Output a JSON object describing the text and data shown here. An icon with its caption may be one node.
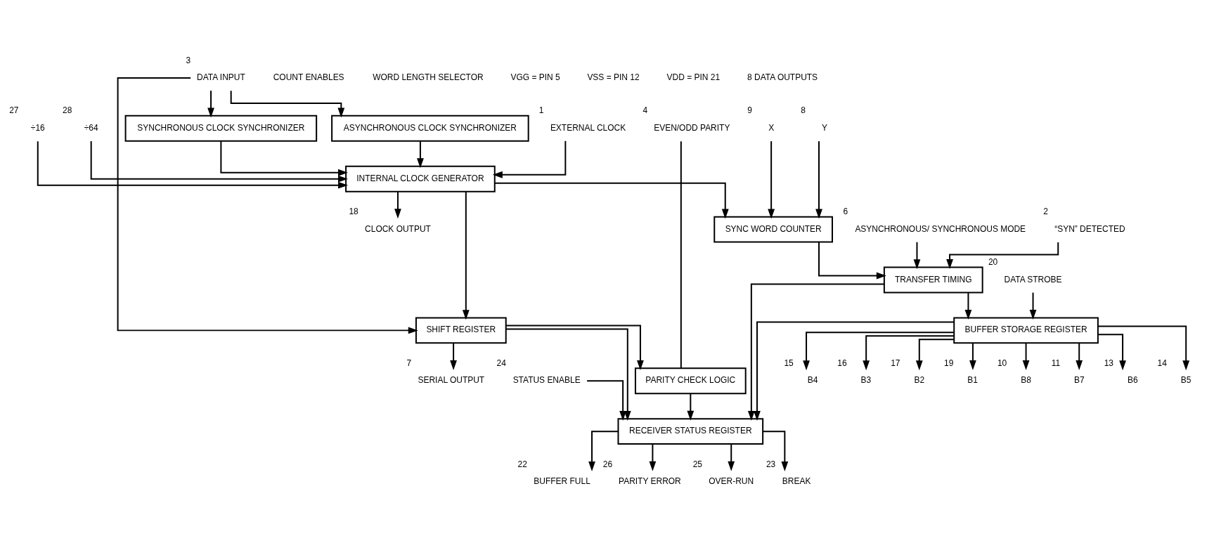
{
  "diagram": {
    "nodes": [
      {
        "text": [
          "SYNCHRONOUS CLOCK SYNCHRONIZER"
        ]
      },
      {
        "text": [
          "ASYNCHRONOUS CLOCK SYNCHRONIZER"
        ]
      },
      {
        "text": [
          "INTERNAL CLOCK GENERATOR"
        ]
      },
      {
        "text": [
          "SYNC WORD COUNTER"
        ]
      },
      {
        "text": [
          "PARITY CHECK LOGIC"
        ]
      },
      {
        "text": [
          "SHIFT REGISTER"
        ]
      },
      {
        "text": [
          "BUFFER STORAGE REGISTER"
        ]
      },
      {
        "text": [
          "TRANSFER TIMING"
        ]
      },
      {
        "text": [
          "RECEIVER STATUS REGISTER"
        ]
      },
      {
        "text": [
          "EXTERNAL CLOCK"
        ],
        "beside": [
          "1"
        ]
      },
      {
        "text": [
          "÷16"
        ],
        "beside": [
          "27"
        ]
      },
      {
        "text": [
          "÷64"
        ],
        "beside": [
          "28"
        ]
      },
      {
        "text": [
          "X"
        ],
        "beside": [
          "9"
        ]
      },
      {
        "text": [
          "Y"
        ],
        "beside": [
          "8"
        ]
      },
      {
        "text": [
          "EVEN/ODD PARITY"
        ],
        "beside": [
          "4"
        ]
      },
      {
        "text": [
          "DATA INPUT"
        ],
        "beside": [
          "3"
        ]
      },
      {
        "text": [
          "DATA STROBE"
        ],
        "beside": [
          "20"
        ]
      },
      {
        "text": [
          "CLOCK OUTPUT"
        ],
        "beside": [
          "18"
        ]
      },
      {
        "text": [
          "SERIAL OUTPUT"
        ],
        "beside": [
          "7"
        ]
      },
      {
        "text": [
          "ASYNCHRONOUS/ SYNCHRONOUS MODE"
        ],
        "beside": [
          "6"
        ]
      },
      {
        "text": [
          "“SYN” DETECTED"
        ],
        "beside": [
          "2"
        ]
      },
      {
        "text": [
          "STATUS ENABLE"
        ],
        "beside": [
          "24"
        ]
      },
      {
        "text": [
          "B8"
        ],
        "beside": [
          "10"
        ]
      },
      {
        "text": [
          "B7"
        ],
        "beside": [
          "11"
        ]
      },
      {
        "text": [
          "B6"
        ],
        "beside": [
          "13"
        ]
      },
      {
        "text": [
          "B5"
        ],
        "beside": [
          "14"
        ]
      },
      {
        "text": [
          "B4"
        ],
        "beside": [
          "15"
        ]
      },
      {
        "text": [
          "B3"
        ],
        "beside": [
          "16"
        ]
      },
      {
        "text": [
          "B2"
        ],
        "beside": [
          "17"
        ]
      },
      {
        "text": [
          "B1"
        ],
        "beside": [
          "19"
        ]
      },
      {
        "text": [
          "BUFFER FULL"
        ],
        "beside": [
          "22"
        ]
      },
      {
        "text": [
          "PARITY ERROR"
        ],
        "beside": [
          "26"
        ]
      },
      {
        "text": [
          "OVER-RUN"
        ],
        "beside": [
          "25"
        ]
      },
      {
        "text": [
          "BREAK"
        ],
        "beside": [
          "23"
        ]
      }
    ],
    "edges": [
      {
        "from": 15,
        "to": 0,
        "arrow": "to"
      },
      {
        "from": 15,
        "to": 1,
        "arrow": "to"
      },
      {
        "from": 15,
        "to": 5,
        "arrow": "to"
      },
      {
        "from": 16,
        "to": 6,
        "arrow": "to"
      },
      {
        "from": 0,
        "to": 2,
        "arrow": "to"
      },
      {
        "from": 1,
        "to": 2,
        "arrow": "to"
      },
      {
        "from": 9,
        "to": 2,
        "arrow": "to"
      },
      {
        "from": 10,
        "to": 2,
        "arrow": "to"
      },
      {
        "from": 11,
        "to": 2,
        "arrow": "to"
      },
      {
        "from": 2,
        "to": 3,
        "arrow": "to"
      },
      {
        "from": 12,
        "to": 3,
        "arrow": "to"
      },
      {
        "from": 13,
        "to": 3,
        "arrow": "to"
      },
      {
        "from": 14,
        "to": 4,
        "arrow": "none"
      },
      {
        "from": 2,
        "to": 5,
        "arrow": "to"
      },
      {
        "from": 2,
        "to": 17,
        "arrow": "to"
      },
      {
        "from": 3,
        "to": 7,
        "arrow": "to"
      },
      {
        "from": 5,
        "to": 4,
        "arrow": "to"
      },
      {
        "from": 5,
        "to": 18,
        "arrow": "to"
      },
      {
        "from": 5,
        "to": 8,
        "arrow": "to"
      },
      {
        "from": 4,
        "to": 8,
        "arrow": "to"
      },
      {
        "from": 7,
        "to": 6,
        "arrow": "to"
      },
      {
        "from": 7,
        "to": 8,
        "arrow": "to"
      },
      {
        "from": 19,
        "to": 7,
        "arrow": "to"
      },
      {
        "from": 20,
        "to": 7,
        "arrow": "to"
      },
      {
        "from": 21,
        "to": 8,
        "arrow": "to"
      },
      {
        "from": 6,
        "to": 8,
        "arrow": "to"
      },
      {
        "from": 6,
        "to": 22,
        "arrow": "to"
      },
      {
        "from": 6,
        "to": 23,
        "arrow": "to"
      },
      {
        "from": 6,
        "to": 24,
        "arrow": "to"
      },
      {
        "from": 6,
        "to": 25,
        "arrow": "to"
      },
      {
        "from": 6,
        "to": 26,
        "arrow": "to"
      },
      {
        "from": 6,
        "to": 27,
        "arrow": "to"
      },
      {
        "from": 6,
        "to": 28,
        "arrow": "to"
      },
      {
        "from": 6,
        "to": 29,
        "arrow": "to"
      },
      {
        "from": 8,
        "to": 30,
        "arrow": "to"
      },
      {
        "from": 8,
        "to": 31,
        "arrow": "to"
      },
      {
        "from": 8,
        "to": 32,
        "arrow": "to"
      },
      {
        "from": 8,
        "to": 33,
        "arrow": "to"
      }
    ],
    "labels": [
      "COUNT ENABLES",
      "WORD LENGTH SELECTOR",
      "VGG = PIN 5",
      "VSS = PIN 12",
      "VDD = PIN 21",
      "8 DATA OUTPUTS"
    ]
  }
}
